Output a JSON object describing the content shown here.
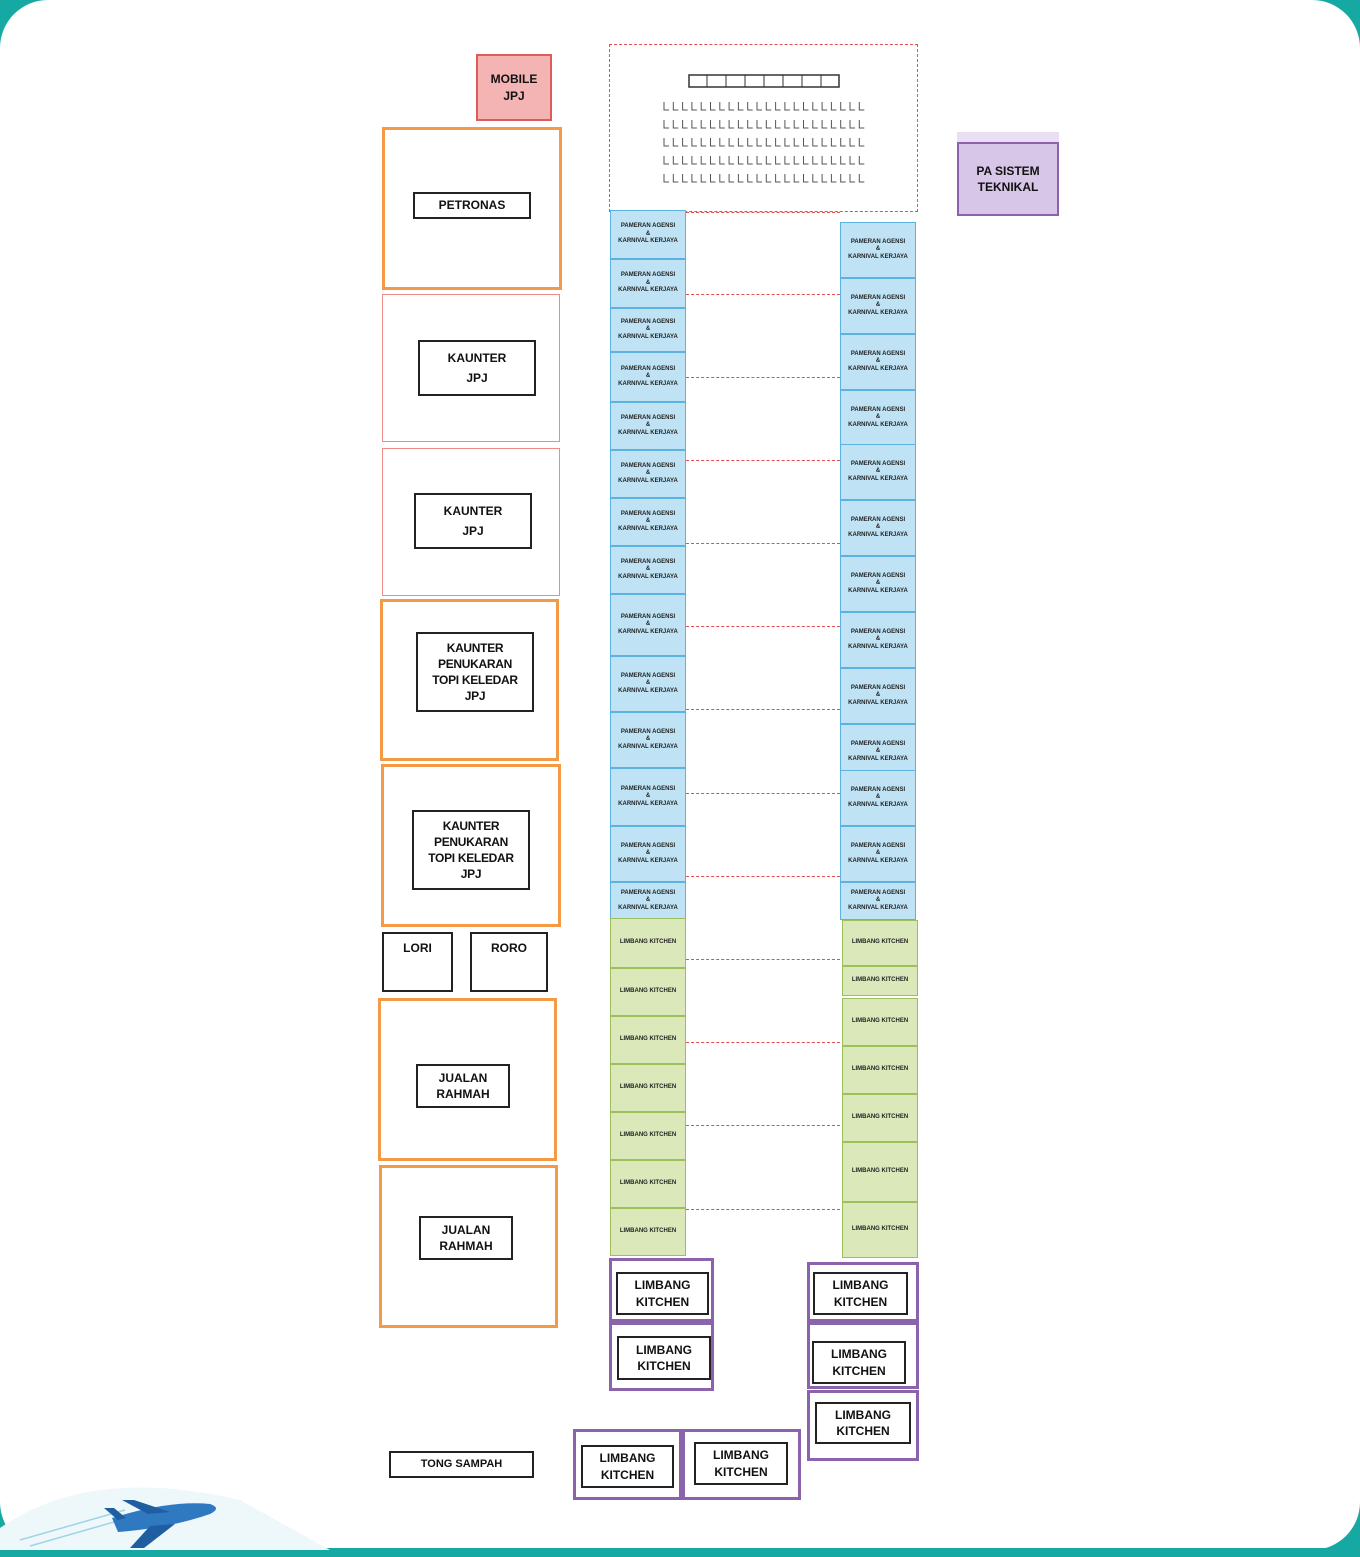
{
  "colors": {
    "teal_frame": "#16a9a3",
    "orange": "#f39a46",
    "pink": "#ef8a8a",
    "purple": "#8b63ad",
    "lavender": "#d7c6e8",
    "blue_stall": "#bfe3f5",
    "green_stall": "#dbe8ba",
    "mobile_jpj": "#f5b4b4"
  },
  "left_column": {
    "mobile_jpj": "MOBILE\nJPJ",
    "petronas": "PETRONAS",
    "kaunter_jpj_1": "KAUNTER\nJPJ",
    "kaunter_jpj_2": "KAUNTER\nJPJ",
    "kaunter_topi_1": "KAUNTER\nPENUKARAN\nTOPI KELEDAR\nJPJ",
    "kaunter_topi_2": "KAUNTER\nPENUKARAN\nTOPI KELEDAR\nJPJ",
    "lori": "LORI",
    "roro": "RORO",
    "jualan_1": "JUALAN\nRAHMAH",
    "jualan_2": "JUALAN\nRAHMAH",
    "tong_sampah": "TONG SAMPAH"
  },
  "pa_sistem": "PA SISTEM\nTEKNIKAL",
  "stall_label_agensi": "PAMERAN AGENSI\n&\nKARNIVAL KERJAYA",
  "stall_label_kitchen": "LIMBANG KITCHEN",
  "kitchen_box_label": "LIMBANG\nKITCHEN",
  "icons": {
    "plane": "airplane-icon",
    "stage": "stage-icon",
    "seating": "seating-icon"
  }
}
